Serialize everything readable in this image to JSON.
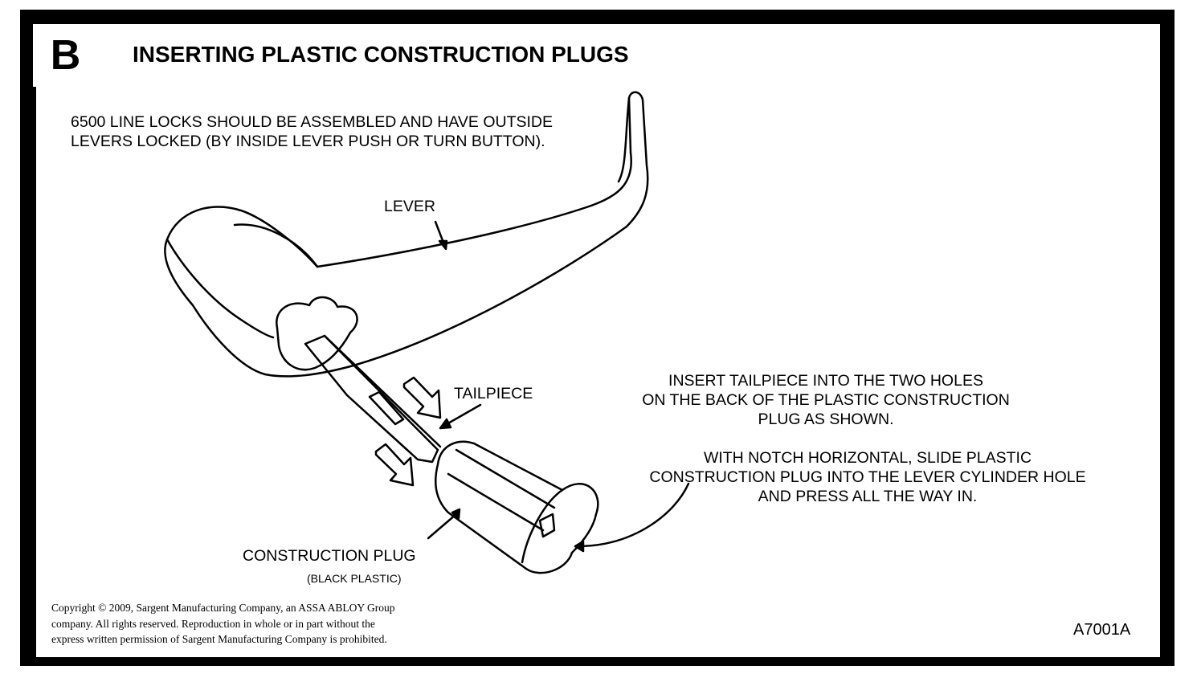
{
  "section_letter": "B",
  "title": "INSERTING PLASTIC CONSTRUCTION PLUGS",
  "intro": {
    "line1": "6500 LINE LOCKS SHOULD BE ASSEMBLED AND HAVE OUTSIDE",
    "line2": "LEVERS LOCKED (BY INSIDE LEVER PUSH OR TURN BUTTON)."
  },
  "labels": {
    "lever": "LEVER",
    "tailpiece": "TAILPIECE",
    "construction_plug": "CONSTRUCTION PLUG",
    "construction_plug_note": "(BLACK PLASTIC)"
  },
  "instructions": {
    "step1": [
      "INSERT TAILPIECE INTO THE TWO HOLES",
      "ON THE BACK OF THE PLASTIC CONSTRUCTION",
      "PLUG AS SHOWN."
    ],
    "step2": [
      "WITH NOTCH HORIZONTAL, SLIDE PLASTIC",
      "CONSTRUCTION PLUG INTO THE LEVER CYLINDER HOLE",
      "AND PRESS ALL THE WAY IN."
    ]
  },
  "copyright": [
    "Copyright © 2009, Sargent Manufacturing Company, an ASSA ABLOY Group",
    "company. All rights reserved. Reproduction in whole or in part without the",
    "express written permission of Sargent Manufacturing Company is prohibited."
  ],
  "figure_code": "A7001A"
}
